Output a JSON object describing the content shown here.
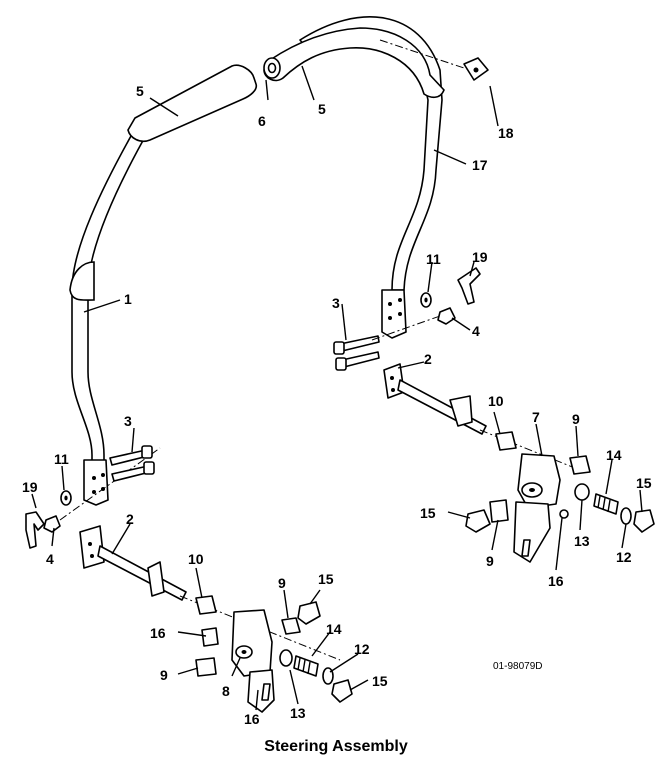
{
  "caption": "Steering Assembly",
  "drawing_code": "01-98079D",
  "callouts": [
    "1",
    "2",
    "2",
    "3",
    "3",
    "4",
    "4",
    "5",
    "5",
    "6",
    "7",
    "8",
    "9",
    "9",
    "9",
    "9",
    "10",
    "10",
    "11",
    "11",
    "12",
    "12",
    "13",
    "13",
    "14",
    "14",
    "15",
    "15",
    "15",
    "15",
    "16",
    "16",
    "16",
    "17",
    "18",
    "19",
    "19"
  ]
}
